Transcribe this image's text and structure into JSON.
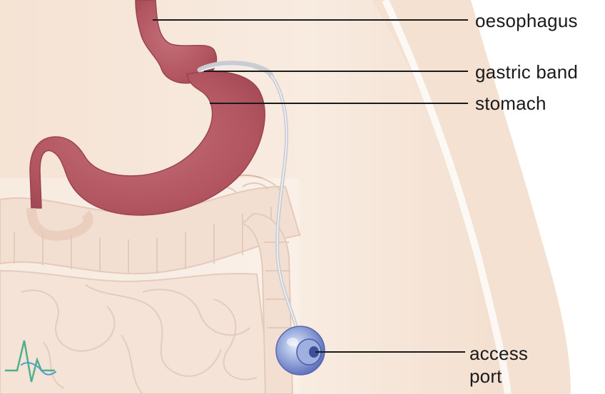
{
  "labels": {
    "oesophagus": "oesophagus",
    "gastric_band": "gastric band",
    "stomach": "stomach",
    "access_port_line1": "access",
    "access_port_line2": "port"
  },
  "colors": {
    "skin": "#f6e6d8",
    "skin_light": "#fbf1e8",
    "stomach": "#b95a63",
    "stomach_dark": "#9a4450",
    "intestine": "#efd5c3",
    "intestine_line": "#d9b9a4",
    "tube": "#c9ccd2",
    "port_blue": "#7f8fd0",
    "leader_line": "#1a1a1a",
    "logo_green": "#4fb08a",
    "logo_blue": "#4aa0c9"
  },
  "icons": {
    "logo": "pulse-wave-logo-icon"
  }
}
